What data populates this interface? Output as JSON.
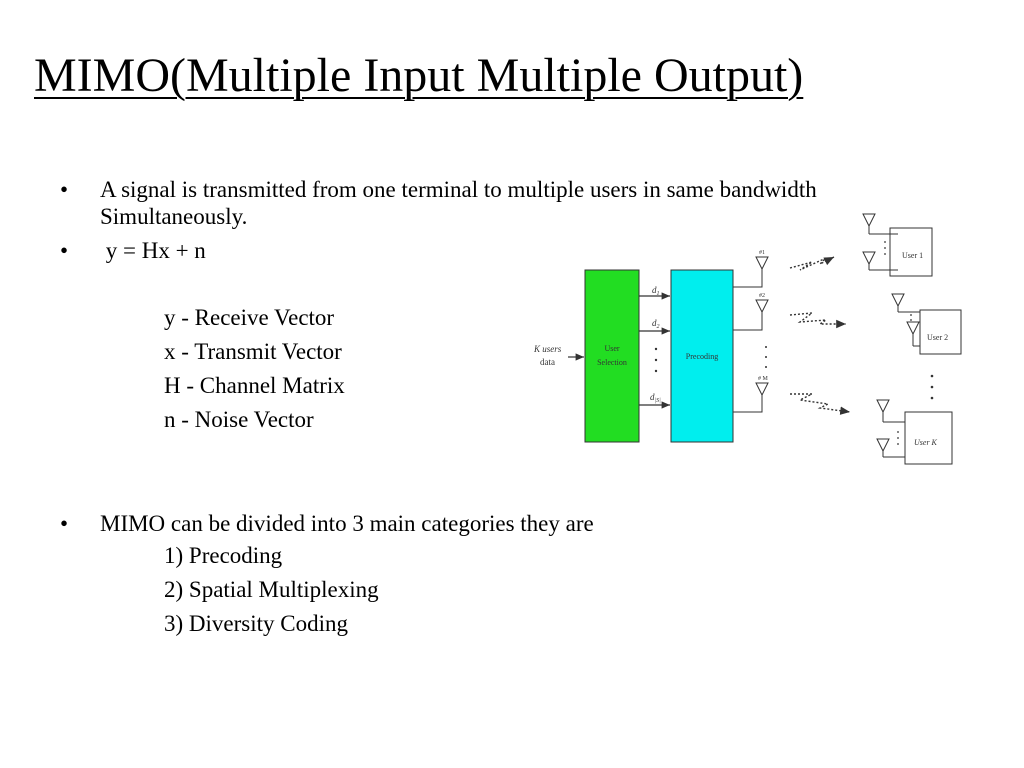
{
  "slide": {
    "title": "MIMO(Multiple Input Multiple Output)",
    "bullet_glyph": "•",
    "bullets": [
      {
        "text": "A signal is transmitted from one terminal to multiple users in same bandwidth Simultaneously."
      },
      {
        "text": " y = Hx + n"
      },
      {
        "text": "MIMO can be divided into 3 main categories they are"
      }
    ],
    "definitions": [
      "y - Receive Vector",
      "x - Transmit Vector",
      "H - Channel Matrix",
      "n - Noise Vector"
    ],
    "categories": [
      "1) Precoding",
      "2) Spatial Multiplexing",
      "3) Diversity Coding"
    ]
  },
  "diagram": {
    "input_line1": "K users",
    "input_line2": "data",
    "block1_line1": "User",
    "block1_line2": "Selection",
    "block2": "Precoding",
    "streams": [
      "d",
      "d",
      "d"
    ],
    "stream_subs": [
      "1",
      "2",
      "|S|"
    ],
    "antennas": [
      "#1",
      "#2",
      "# M"
    ],
    "users": [
      "User 1",
      "User 2",
      "User K"
    ],
    "colors": {
      "user_selection": "#22dd22",
      "precoding": "#00eeee"
    }
  }
}
